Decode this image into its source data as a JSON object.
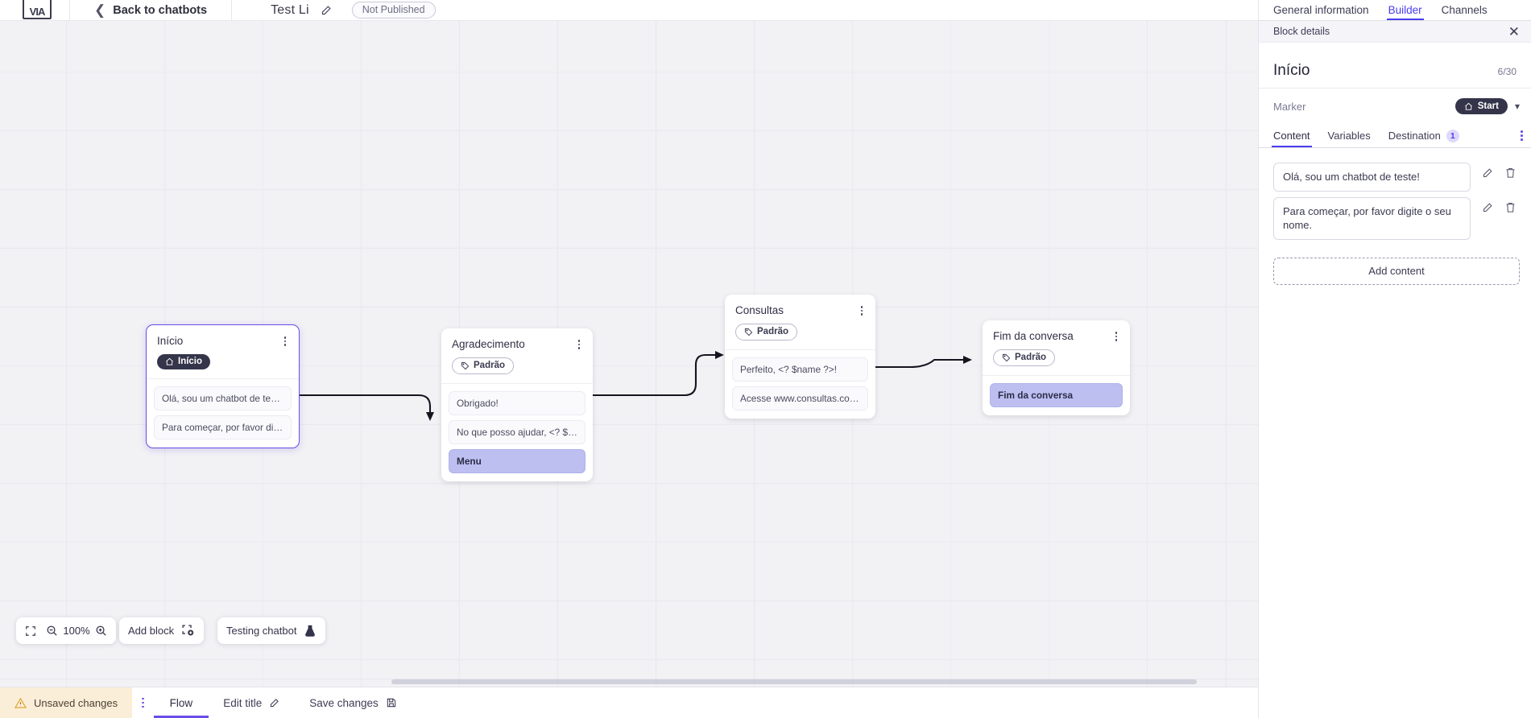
{
  "topbar": {
    "logo_alt": "app-logo",
    "back_label": "Back to chatbots",
    "bot_name": "Test Li",
    "edit_icon": "pencil-icon",
    "publish_status": "Not Published"
  },
  "right_panel": {
    "tabs": [
      {
        "label": "General information",
        "active": false
      },
      {
        "label": "Builder",
        "active": true
      },
      {
        "label": "Channels",
        "active": false
      }
    ],
    "subheader": {
      "title": "Block details",
      "close_icon": "close-icon"
    },
    "block": {
      "title": "Início",
      "counter": "6/30",
      "marker_label": "Marker",
      "marker_value": "Start",
      "marker_icon": "home-icon",
      "marker_chevron": "chevron-down-icon"
    },
    "content_tabs": [
      {
        "label": "Content",
        "active": true,
        "badge": ""
      },
      {
        "label": "Variables",
        "active": false,
        "badge": ""
      },
      {
        "label": "Destination",
        "active": false,
        "badge": "1"
      }
    ],
    "overflow_icon": "kebab-menu-icon",
    "contents": [
      {
        "text": "Olá, sou um chatbot de teste!",
        "edit_icon": "pencil-icon",
        "delete_icon": "trash-icon"
      },
      {
        "text": "Para começar, por favor digite o seu nome.",
        "edit_icon": "pencil-icon",
        "delete_icon": "trash-icon"
      }
    ],
    "add_content_label": "Add content"
  },
  "canvas": {
    "blocks": [
      {
        "title": "Início",
        "tag": "Início",
        "tag_style": "start",
        "tag_icon": "home-icon",
        "selected": true,
        "messages": [
          {
            "text": "Olá, sou um chatbot de teste!",
            "highlight": false
          },
          {
            "text": "Para começar, por favor digite o ...",
            "highlight": false
          }
        ]
      },
      {
        "title": "Agradecimento",
        "tag": "Padrão",
        "tag_style": "default",
        "tag_icon": "tag-icon",
        "selected": false,
        "messages": [
          {
            "text": "Obrigado!",
            "highlight": false
          },
          {
            "text": "No que posso ajudar, <? $name ...",
            "highlight": false
          },
          {
            "text": "Menu",
            "highlight": true
          }
        ]
      },
      {
        "title": "Consultas",
        "tag": "Padrão",
        "tag_style": "default",
        "tag_icon": "tag-icon",
        "selected": false,
        "messages": [
          {
            "text": "Perfeito, <? $name ?>!",
            "highlight": false
          },
          {
            "text": "Acesse www.consultas.com par...",
            "highlight": false
          }
        ]
      },
      {
        "title": "Fim da conversa",
        "tag": "Padrão",
        "tag_style": "default",
        "tag_icon": "tag-icon",
        "selected": false,
        "messages": [
          {
            "text": "Fim da conversa",
            "highlight": true
          }
        ]
      }
    ]
  },
  "toolbar": {
    "fit_icon": "fit-screen-icon",
    "zoom_out_icon": "zoom-out-icon",
    "zoom_level": "100%",
    "zoom_in_icon": "zoom-in-icon",
    "add_block_label": "Add block",
    "add_block_icon": "add-block-icon",
    "testing_label": "Testing chatbot",
    "testing_icon": "flask-icon"
  },
  "statusbar": {
    "unsaved_label": "Unsaved changes",
    "warning_icon": "warning-icon",
    "kebab_icon": "kebab-menu-icon",
    "flow_label": "Flow",
    "edit_title_label": "Edit title",
    "edit_title_icon": "pencil-icon",
    "save_label": "Save changes",
    "save_icon": "save-icon"
  },
  "colors": {
    "accent": "#4a3df0",
    "purple": "#6b4de6",
    "highlight": "#bcbff0",
    "warning_bg": "#fbeed9",
    "dark_pill": "#34344a"
  }
}
